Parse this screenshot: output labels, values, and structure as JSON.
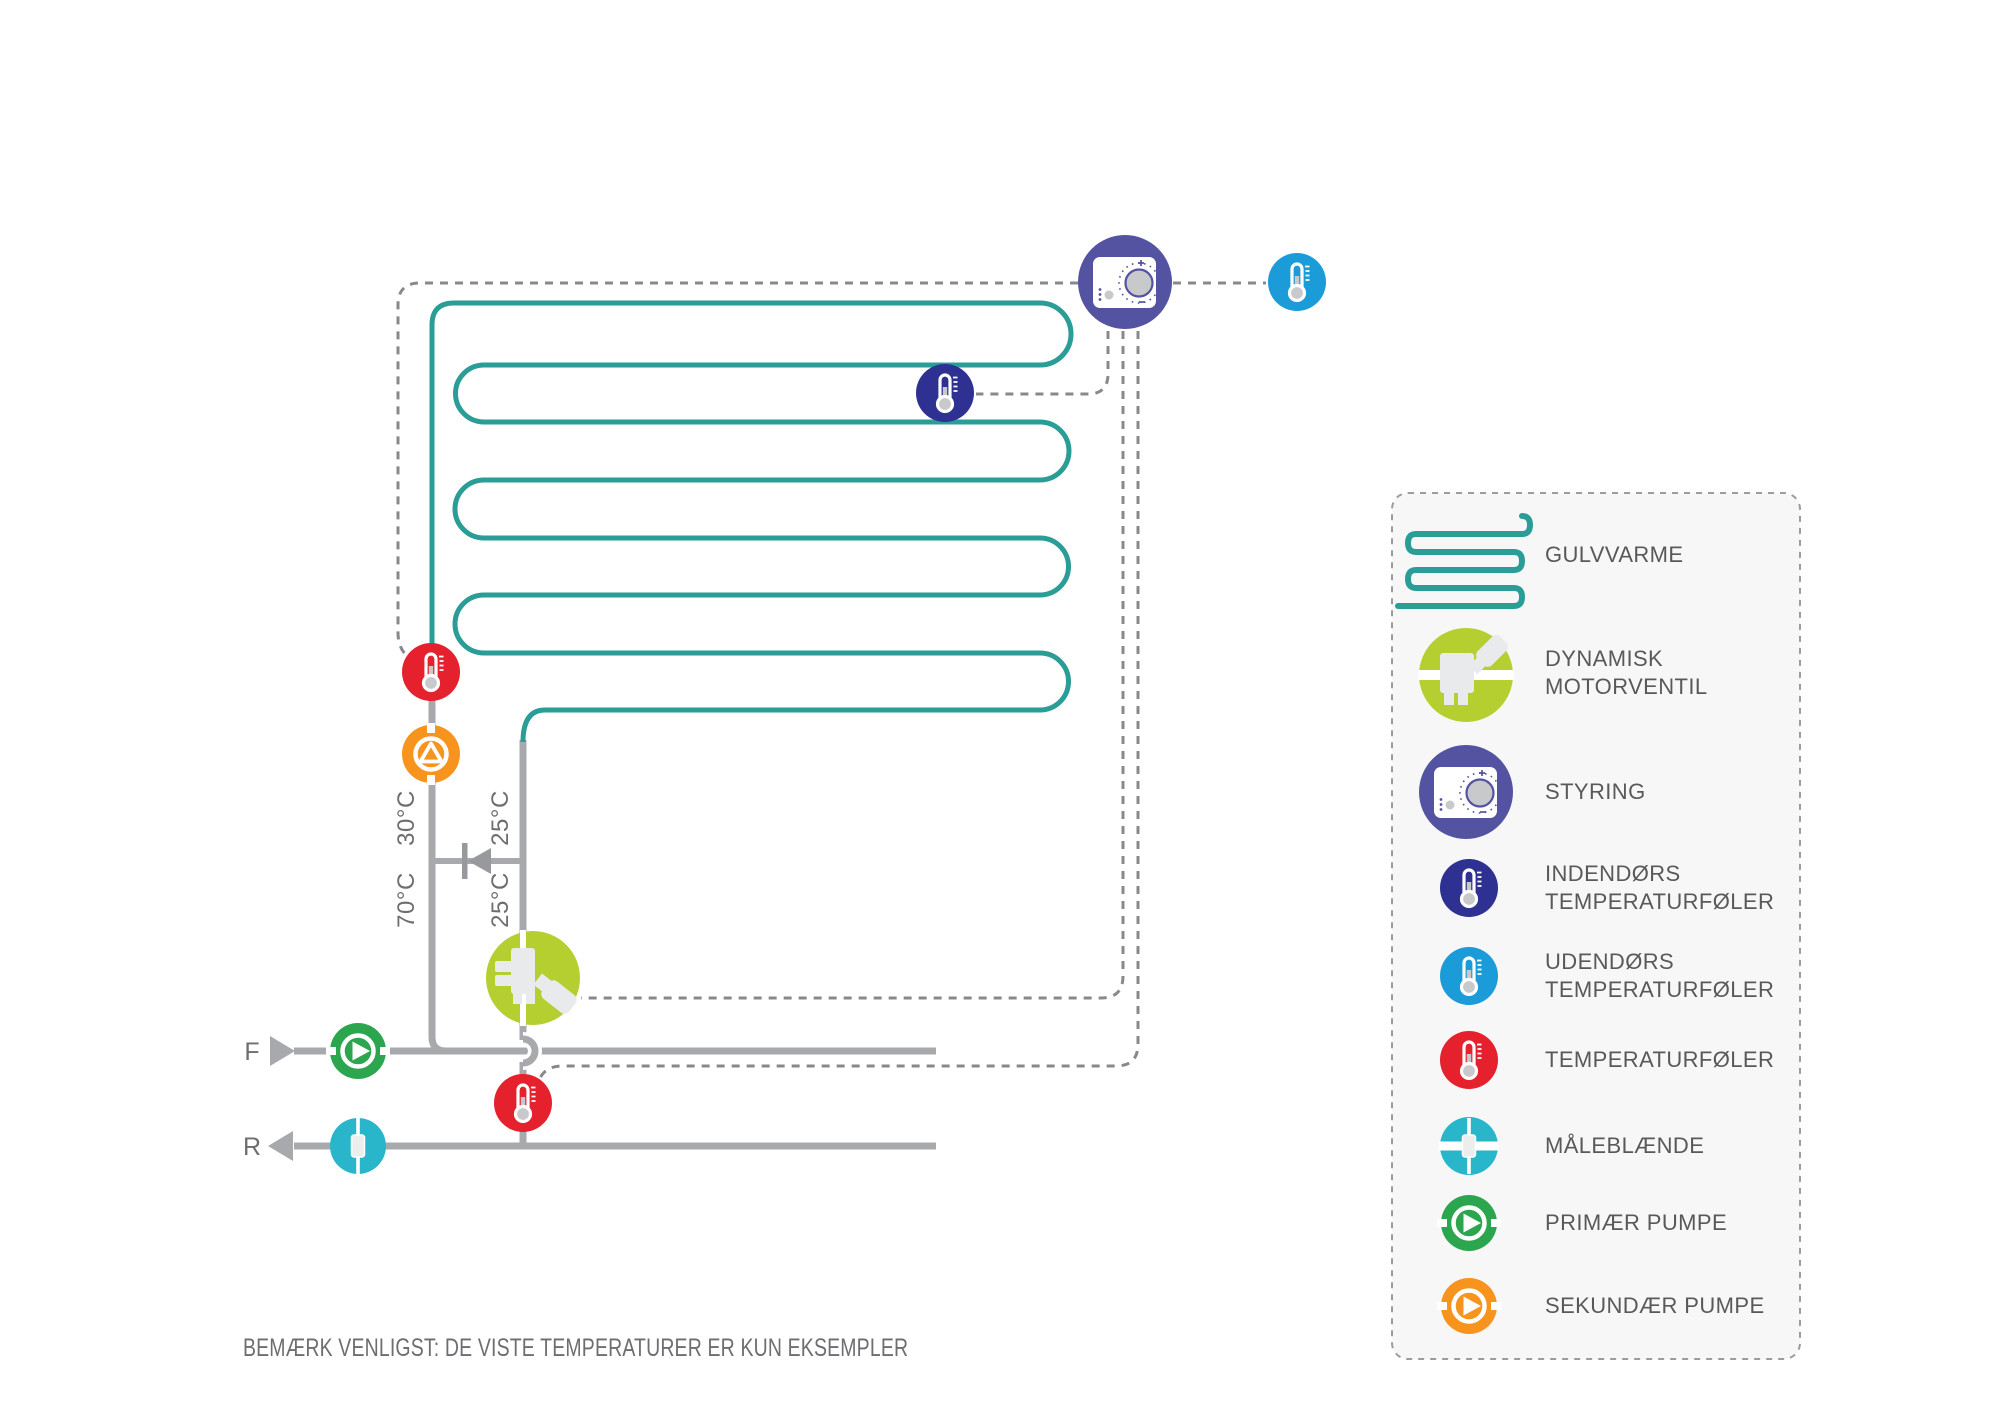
{
  "note": "BEMÆRK VENLIGST: DE VISTE TEMPERATURER ER KUN EKSEMPLER",
  "flow": {
    "supply_label": "F",
    "return_label": "R"
  },
  "pipes": {
    "supply_top_temp": "30°C",
    "supply_bottom_temp": "70°C",
    "return_top_temp": "25°C",
    "return_bottom_temp": "25°C"
  },
  "legend": {
    "items": [
      {
        "icon": "floor-heating-icon",
        "label": "GULVVARME"
      },
      {
        "icon": "dynamic-motor-valve-icon",
        "label": "DYNAMISK",
        "label2": "MOTORVENTIL"
      },
      {
        "icon": "controller-icon",
        "label": "STYRING"
      },
      {
        "icon": "indoor-temp-sensor-icon",
        "label": "INDENDØRS",
        "label2": "TEMPERATURFØLER"
      },
      {
        "icon": "outdoor-temp-sensor-icon",
        "label": "UDENDØRS",
        "label2": "TEMPERATURFØLER"
      },
      {
        "icon": "temp-sensor-icon",
        "label": "TEMPERATURFØLER"
      },
      {
        "icon": "orifice-plate-icon",
        "label": "MÅLEBLÆNDE"
      },
      {
        "icon": "primary-pump-icon",
        "label": "PRIMÆR PUMPE"
      },
      {
        "icon": "secondary-pump-icon",
        "label": "SEKUNDÆR PUMPE"
      }
    ]
  },
  "colors": {
    "coil": "#2a9d96",
    "pipe": "#a7a9ac",
    "dash": "#87898c",
    "controller": "#5353a1",
    "indoor_sensor": "#2e3192",
    "outdoor_sensor": "#1b9cd8",
    "temp_sensor": "#e5212e",
    "motor_valve": "#b5cf31",
    "primary_pump": "#2ca64e",
    "secondary_pump": "#f7941e",
    "orifice": "#29b6cb",
    "legend_bg": "#f7f7f7",
    "legend_text": "#58595b",
    "label_text": "#6d6e71"
  }
}
